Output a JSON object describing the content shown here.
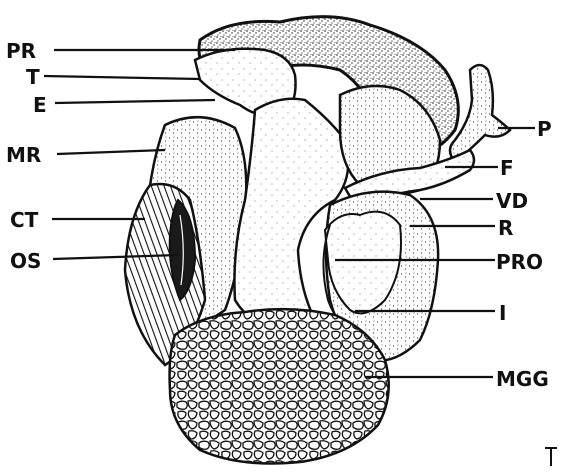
{
  "labels": {
    "pr": "PR",
    "t": "T",
    "e": "E",
    "mr": "MR",
    "ct": "CT",
    "os": "OS",
    "p": "P",
    "f": "F",
    "vd": "VD",
    "r": "R",
    "pro": "PRO",
    "i": "I",
    "mgg": "MGG"
  },
  "colors": {
    "ink": "#111111",
    "paper": "#ffffff"
  }
}
